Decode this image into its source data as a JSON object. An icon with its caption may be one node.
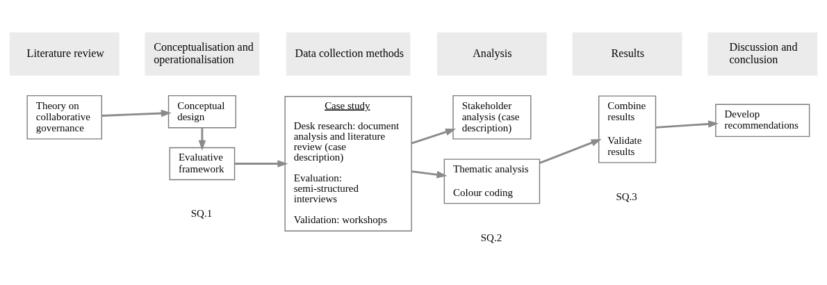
{
  "diagram": {
    "nodes": [
      {
        "text": [
          "Theory on collaborative governance"
        ]
      },
      {
        "text": [
          "Conceptual design"
        ]
      },
      {
        "text": [
          "Evaluative framework"
        ]
      },
      {
        "text": [
          "Case study",
          "Desk research: document analysis and literature review (case description)",
          "Evaluation: semi-structured interviews",
          "Validation: workshops"
        ]
      },
      {
        "text": [
          "Stakeholder analysis (case description)"
        ]
      },
      {
        "text": [
          "Thematic analysis",
          "Colour coding"
        ]
      },
      {
        "text": [
          "Combine results",
          "Validate results"
        ]
      },
      {
        "text": [
          "Develop recommendations"
        ]
      }
    ],
    "edges": [
      {
        "from": 0,
        "to": 1,
        "arrow": "to"
      },
      {
        "from": 1,
        "to": 2,
        "arrow": "to"
      },
      {
        "from": 2,
        "to": 3,
        "arrow": "to"
      },
      {
        "from": 3,
        "to": 4,
        "arrow": "to"
      },
      {
        "from": 3,
        "to": 5,
        "arrow": "to"
      },
      {
        "from": 5,
        "to": 6,
        "arrow": "to"
      },
      {
        "from": 6,
        "to": 7,
        "arrow": "to"
      }
    ],
    "labels": [
      "Literature review",
      "Conceptualisation and operationalisation",
      "Data collection methods",
      "Analysis",
      "Results",
      "Discussion and conclusion",
      "SQ.1",
      "SQ.2",
      "SQ.3"
    ]
  }
}
